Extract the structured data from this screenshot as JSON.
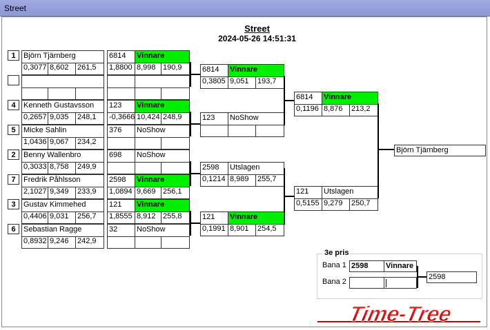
{
  "window": {
    "title": "Street"
  },
  "header": {
    "title": "Street",
    "date": "2024-05-26 14:51:31"
  },
  "round1": [
    {
      "seed": "1",
      "name": "Björn  Tjärnberg",
      "rt": "0,3077",
      "et": "8,602",
      "speed": "261,5",
      "car": "6814",
      "status": "Vinnare",
      "rt2": "1,8800",
      "et2": "8,998",
      "speed2": "190,9"
    },
    {
      "seed": "",
      "name": "",
      "rt": "",
      "et": "",
      "speed": "",
      "car": "",
      "status": "",
      "rt2": "",
      "et2": "",
      "speed2": ""
    },
    {
      "seed": "4",
      "name": "Kenneth Gustavsson",
      "rt": "0,2657",
      "et": "9,035",
      "speed": "248,1",
      "car": "123",
      "status": "Vinnare",
      "rt2": "-0,3666",
      "et2": "10,424",
      "speed2": "248,9"
    },
    {
      "seed": "5",
      "name": "Micke Sahlin",
      "rt": "1,0436",
      "et": "9,067",
      "speed": "234,2",
      "car": "376",
      "status": "NoShow",
      "rt2": "",
      "et2": "",
      "speed2": ""
    },
    {
      "seed": "2",
      "name": "Benny Wallenbro",
      "rt": "0,3033",
      "et": "8,758",
      "speed": "249,9",
      "car": "698",
      "status": "NoShow",
      "rt2": "",
      "et2": "",
      "speed2": ""
    },
    {
      "seed": "7",
      "name": "Fredrik  Påhlsson",
      "rt": "2,1027",
      "et": "9,349",
      "speed": "233,9",
      "car": "2598",
      "status": "Vinnare",
      "rt2": "1,0894",
      "et2": "9,669",
      "speed2": "256,1"
    },
    {
      "seed": "3",
      "name": "Gustav Kimmehed",
      "rt": "0,4406",
      "et": "9,031",
      "speed": "256,7",
      "car": "121",
      "status": "Vinnare",
      "rt2": "1,8555",
      "et2": "8,912",
      "speed2": "255,8"
    },
    {
      "seed": "6",
      "name": "Sebastian Ragge",
      "rt": "0,8932",
      "et": "9,246",
      "speed": "242,9",
      "car": "32",
      "status": "NoShow",
      "rt2": "",
      "et2": "",
      "speed2": ""
    }
  ],
  "round2": [
    {
      "car": "6814",
      "status": "Vinnare",
      "rt": "0,3805",
      "et": "9,051",
      "speed": "193,7"
    },
    {
      "car": "123",
      "status": "NoShow",
      "rt": "",
      "et": "",
      "speed": ""
    },
    {
      "car": "2598",
      "status": "Utslagen",
      "rt": "0,1214",
      "et": "8,989",
      "speed": "255,7"
    },
    {
      "car": "121",
      "status": "Vinnare",
      "rt": "0,1991",
      "et": "8,901",
      "speed": "254,5"
    }
  ],
  "semis": [
    {
      "car": "6814",
      "status": "Vinnare",
      "rt": "0,1196",
      "et": "8,876",
      "speed": "213,2"
    },
    {
      "car": "121",
      "status": "Utslagen",
      "rt": "0,5155",
      "et": "9,279",
      "speed": "250,7"
    }
  ],
  "winner": "Björn  Tjärnberg",
  "third": {
    "title": "3e pris",
    "lane1_label": "Bana 1",
    "lane2_label": "Bana 2",
    "lane1_car": "2598",
    "lane1_status": "Vinnare",
    "lane2_car": "",
    "lane2_status": "",
    "result": "2598"
  },
  "logo": {
    "text": "Time-Tree"
  },
  "colors": {
    "winner_green": "#00ee00",
    "logo_red": "#cc0000",
    "titlebar": "#99a3dd"
  }
}
